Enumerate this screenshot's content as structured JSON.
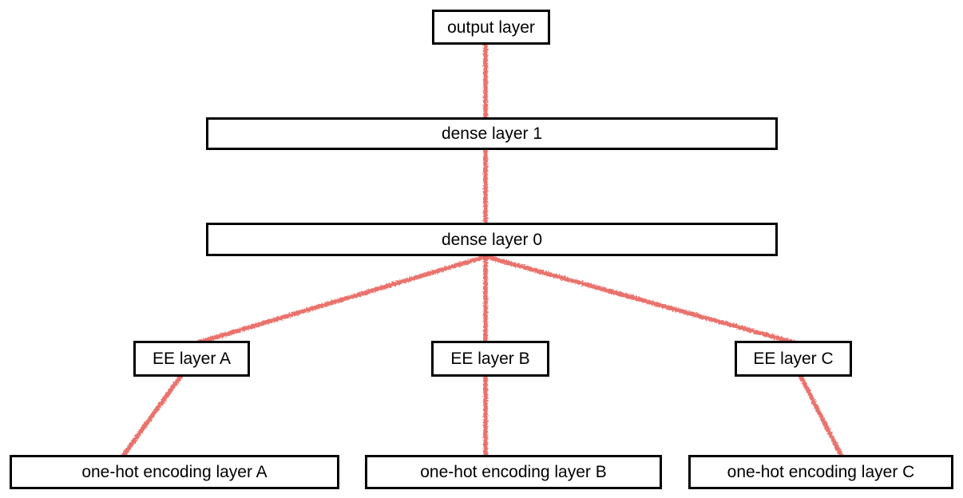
{
  "diagram": {
    "type": "neural-network-architecture",
    "nodes": {
      "output": {
        "label": "output layer"
      },
      "dense1": {
        "label": "dense layer 1"
      },
      "dense0": {
        "label": "dense layer 0"
      },
      "ee_a": {
        "label": "EE layer A"
      },
      "ee_b": {
        "label": "EE layer B"
      },
      "ee_c": {
        "label": "EE layer C"
      },
      "onehot_a": {
        "label": "one-hot encoding layer A"
      },
      "onehot_b": {
        "label": "one-hot encoding layer B"
      },
      "onehot_c": {
        "label": "one-hot encoding layer C"
      }
    },
    "edges": [
      {
        "from": "output",
        "to": "dense1"
      },
      {
        "from": "dense1",
        "to": "dense0"
      },
      {
        "from": "dense0",
        "to": "ee_a"
      },
      {
        "from": "dense0",
        "to": "ee_b"
      },
      {
        "from": "dense0",
        "to": "ee_c"
      },
      {
        "from": "ee_a",
        "to": "onehot_a"
      },
      {
        "from": "ee_b",
        "to": "onehot_b"
      },
      {
        "from": "ee_c",
        "to": "onehot_c"
      }
    ],
    "colors": {
      "edge": "#e8655e",
      "box_border": "#000000",
      "box_fill": "#ffffff",
      "text": "#000000",
      "background": "#ffffff"
    }
  }
}
